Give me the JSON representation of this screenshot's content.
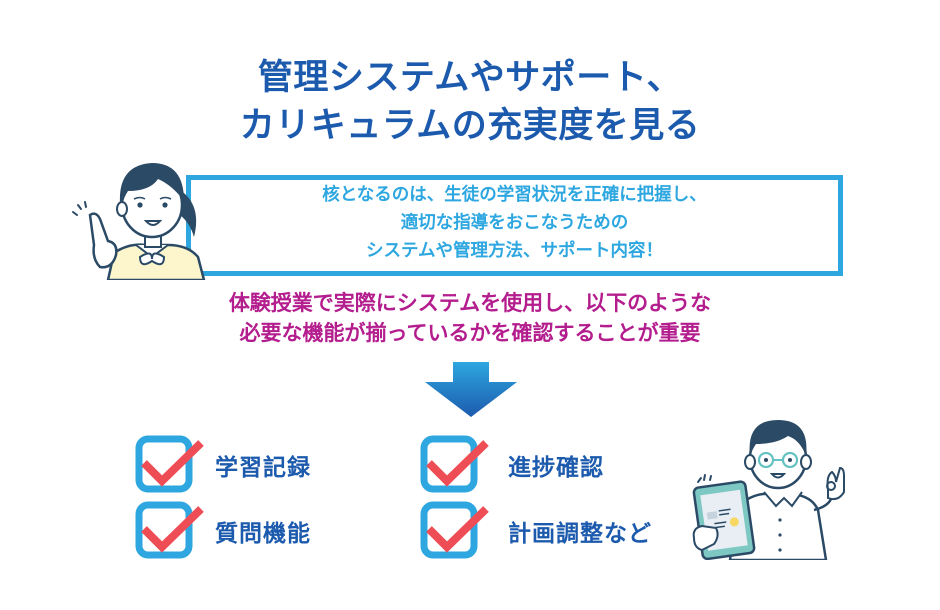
{
  "title": {
    "line1": "管理システムやサポート、",
    "line2": "カリキュラムの充実度を見る"
  },
  "info_box": {
    "line1": "核となるのは、生徒の学習状況を正確に把握し、",
    "line2": "適切な指導をおこなうための",
    "line3": "システムや管理方法、サポート内容！"
  },
  "emphasis": {
    "line1": "体験授業で実際にシステムを使用し、以下のような",
    "line2": "必要な機能が揃っているかを確認することが重要"
  },
  "arrow": {
    "icon": "down-arrow-icon"
  },
  "checklist": [
    {
      "label": "学習記録",
      "icon": "checkbox-checked-icon"
    },
    {
      "label": "進捗確認",
      "icon": "checkbox-checked-icon"
    },
    {
      "label": "質問機能",
      "icon": "checkbox-checked-icon"
    },
    {
      "label": "計画調整など",
      "icon": "checkbox-checked-icon"
    }
  ],
  "illustrations": {
    "left": "girl-pointing-illustration",
    "right": "boy-with-tablet-ok-sign-illustration"
  },
  "colors": {
    "title": "#1c5aad",
    "box_border": "#2ea7e0",
    "box_text": "#2ea7e0",
    "emphasis": "#b41d8d",
    "arrow_top": "#2ea7e0",
    "arrow_bottom": "#1c5aad",
    "check_box": "#2ea7e0",
    "check_mark": "#ef4d55",
    "check_label": "#1c5aad"
  }
}
